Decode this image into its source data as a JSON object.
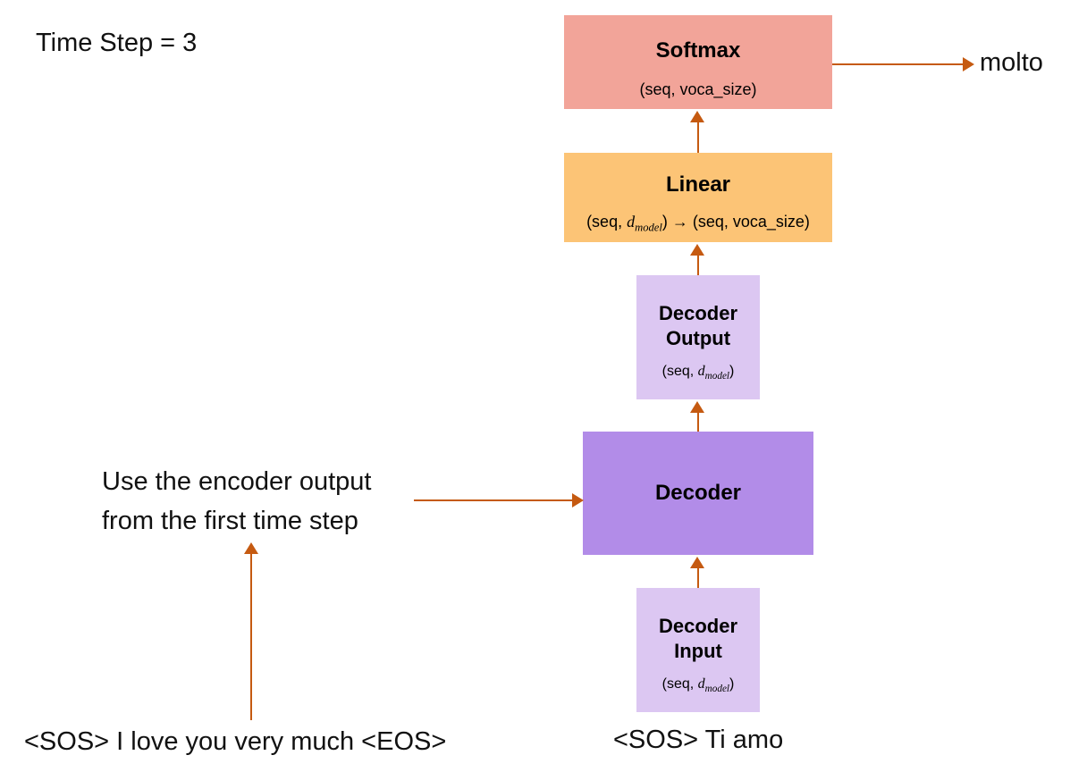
{
  "colors": {
    "arrow": "#C55A11",
    "softmax_bg": "#F2A499",
    "linear_bg": "#FCC476",
    "decoder_bg": "#B28CE8",
    "io_bg": "#DCC7F2",
    "text": "#111111"
  },
  "header": {
    "title": "Time Step = 3"
  },
  "boxes": {
    "softmax": {
      "label": "Softmax",
      "shape": "(seq, voca_size)"
    },
    "linear": {
      "label": "Linear",
      "shape_prefix": "(seq, ",
      "shape_var": "d",
      "shape_sub": "model",
      "shape_suffix": ") → (seq, voca_size)"
    },
    "decoder_output": {
      "label": "Decoder Output",
      "shape_prefix": "(seq, ",
      "shape_var": "d",
      "shape_sub": "model",
      "shape_suffix": ")"
    },
    "decoder": {
      "label": "Decoder"
    },
    "decoder_input": {
      "label": "Decoder Input",
      "shape_prefix": "(seq, ",
      "shape_var": "d",
      "shape_sub": "model",
      "shape_suffix": ")"
    }
  },
  "annotations": {
    "encoder_note_line1": "Use the encoder output",
    "encoder_note_line2": "from the first time step",
    "predicted_word": "molto",
    "source_sentence": "<SOS> I love you very much <EOS>",
    "decoder_input_sentence": "<SOS> Ti amo"
  }
}
